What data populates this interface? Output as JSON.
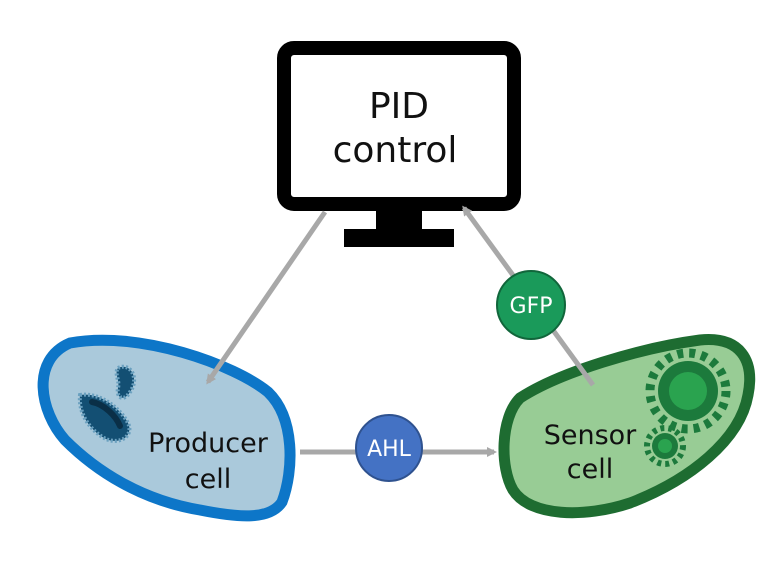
{
  "monitor": {
    "line1": "PID",
    "line2": "control",
    "icon": "computer-monitor-icon"
  },
  "producer": {
    "line1": "Producer",
    "line2": "cell",
    "fill": "#aac9db",
    "outline": "#0d76c8",
    "organelle": "#134f73"
  },
  "sensor": {
    "line1": "Sensor",
    "line2": "cell",
    "fill": "#98cc95",
    "outline": "#1e6c31",
    "organelle": "#1c7a3c"
  },
  "signals": {
    "ahl": {
      "label": "AHL",
      "color": "#4472c4"
    },
    "gfp": {
      "label": "GFP",
      "color": "#1a9a5a"
    }
  },
  "arrow_color": "#a8a8a8"
}
